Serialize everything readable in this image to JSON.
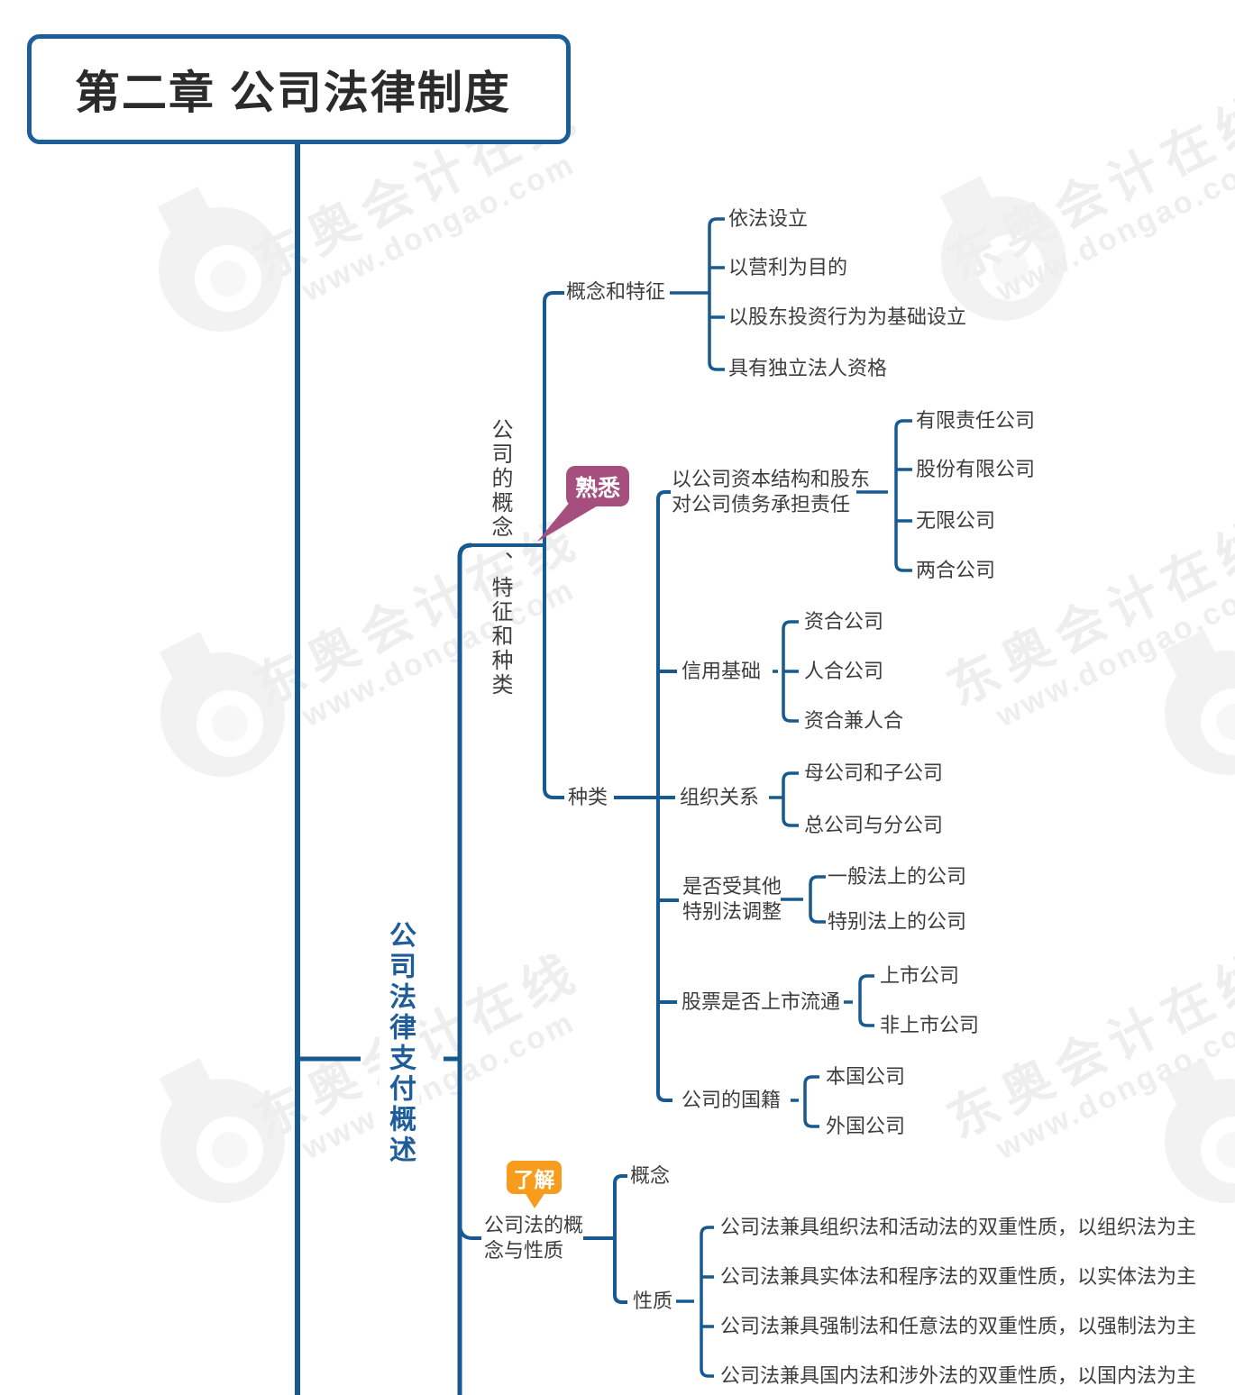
{
  "header": {
    "title": "第二章 公司法律制度"
  },
  "watermark": {
    "brand": "东奥会计在线",
    "site": "www.dongao.com"
  },
  "map": {
    "root_label": "公司法律支付概述",
    "branch_concept_kinds": {
      "label_top": "公司的概念",
      "label_bottom": "、特征和种类",
      "badge": "熟悉",
      "concept_features": {
        "label": "概念和特征",
        "items": [
          "依法设立",
          "以营利为目的",
          "以股东投资行为为基础设立",
          "具有独立法人资格"
        ]
      },
      "kinds": {
        "label": "种类",
        "capital_structure": {
          "label": "以公司资本结构和股东对公司债务承担责任",
          "items": [
            "有限责任公司",
            "股份有限公司",
            "无限公司",
            "两合公司"
          ]
        },
        "credit_basis": {
          "label": "信用基础",
          "items": [
            "资合公司",
            "人合公司",
            "资合兼人合"
          ]
        },
        "org_relation": {
          "label": "组织关系",
          "items": [
            "母公司和子公司",
            "总公司与分公司"
          ]
        },
        "special_law": {
          "label": "是否受其他特别法调整",
          "items": [
            "一般法上的公司",
            "特别法上的公司"
          ]
        },
        "listing": {
          "label": "股票是否上市流通",
          "items": [
            "上市公司",
            "非上市公司"
          ]
        },
        "nationality": {
          "label": "公司的国籍",
          "items": [
            "本国公司",
            "外国公司"
          ]
        }
      }
    },
    "branch_law_concept": {
      "label": "公司法的概念与性质",
      "badge": "了解",
      "concept_label": "概念",
      "nature": {
        "label": "性质",
        "items": [
          "公司法兼具组织法和活动法的双重性质，以组织法为主",
          "公司法兼具实体法和程序法的双重性质，以实体法为主",
          "公司法兼具强制法和任意法的双重性质，以强制法为主",
          "公司法兼具国内法和涉外法的双重性质，以国内法为主"
        ]
      }
    }
  }
}
